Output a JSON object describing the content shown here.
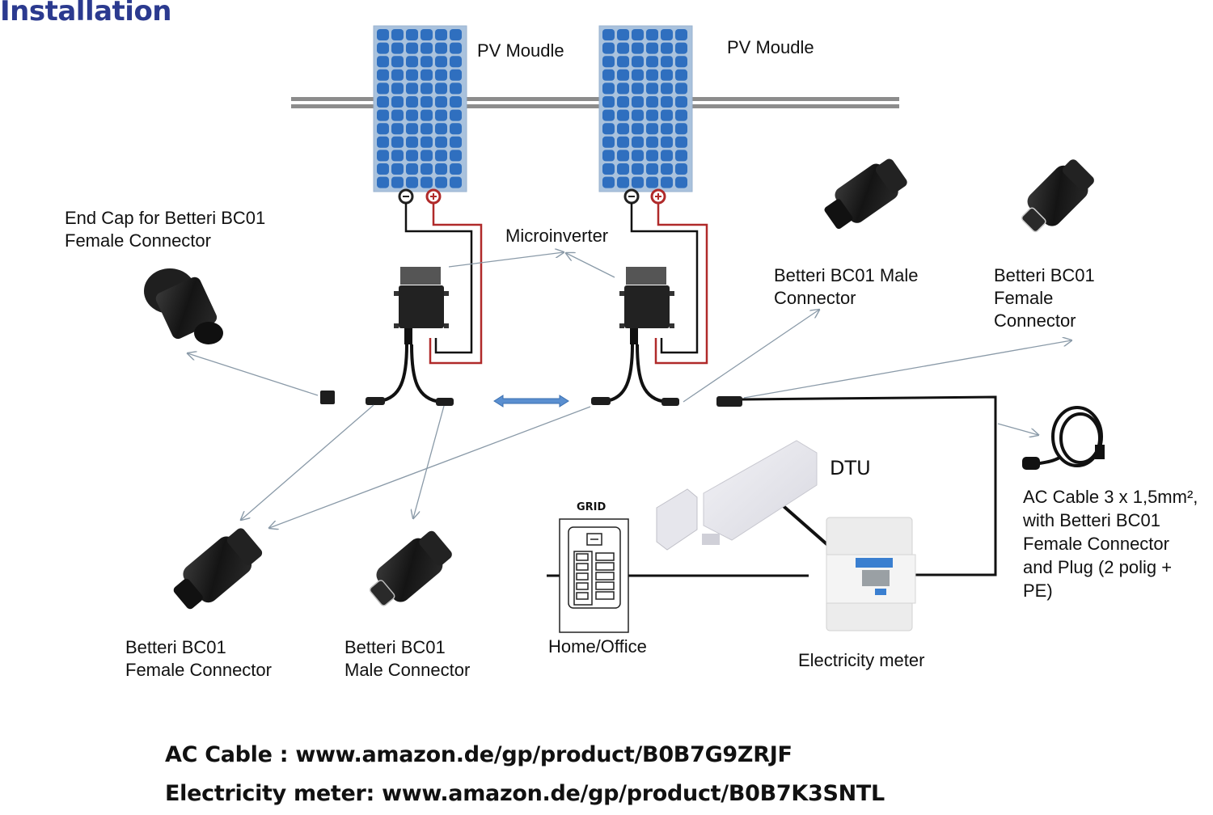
{
  "title": "Installation",
  "components": {
    "pv_module_1": "PV Moudle",
    "pv_module_2": "PV Moudle",
    "microinverter": "Microinverter",
    "end_cap": [
      "End Cap for Betteri BC01",
      "Female Connector"
    ],
    "male_connector_top": [
      "Betteri BC01 Male",
      "Connector"
    ],
    "female_connector_top": [
      "Betteri BC01",
      "Female",
      "Connector"
    ],
    "female_connector_bottom": [
      "Betteri BC01",
      "Female Connector"
    ],
    "male_connector_bottom": [
      "Betteri BC01",
      "Male Connector"
    ],
    "grid_label": "GRID",
    "home_office": "Home/Office",
    "dtu": "DTU",
    "electricity_meter": "Electricity meter",
    "ac_cable": [
      "AC Cable 3 x 1,5mm²,",
      "with Betteri BC01",
      "Female Connector",
      "and Plug (2 polig +",
      "PE)"
    ]
  },
  "terminals": {
    "negative": "−",
    "positive": "+"
  },
  "links": {
    "ac_cable": "AC Cable : www.amazon.de/gp/product/B0B7G9ZRJF",
    "electricity_meter": "Electricity meter: www.amazon.de/gp/product/B0B7K3SNTL"
  },
  "colors": {
    "title": "#2b3a8f",
    "panel_cell": "#2f6fbf",
    "panel_frame": "#9ab3cf",
    "wire_negative": "#111111",
    "wire_positive": "#b02a2a",
    "double_arrow": "#5a8fd0",
    "pointer": "#8a9aa8"
  }
}
